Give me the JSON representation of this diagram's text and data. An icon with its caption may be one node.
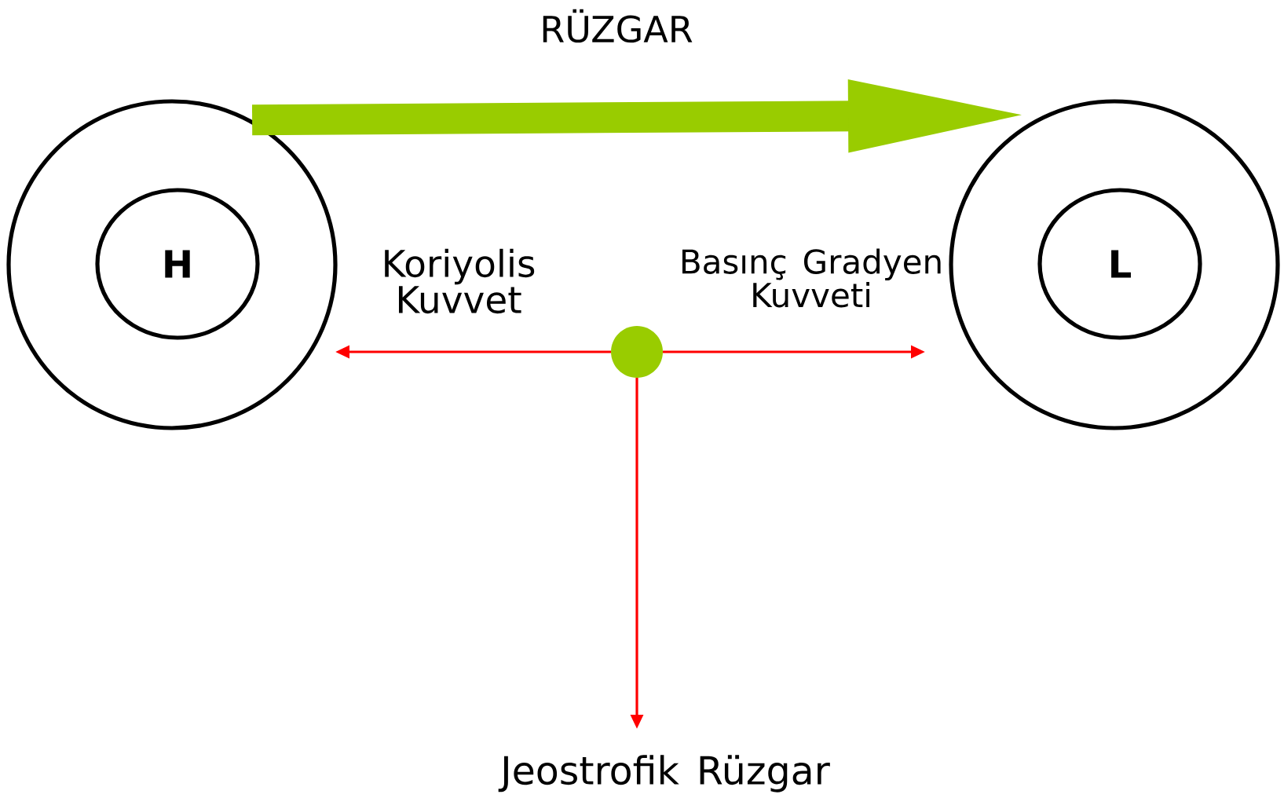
{
  "diagram": {
    "nodes": [
      {
        "text": [],
        "shape": "circle"
      },
      {
        "text": [
          "H"
        ],
        "in": 0
      },
      {
        "text": [],
        "shape": "circle"
      },
      {
        "text": [
          "L"
        ],
        "in": 2
      },
      {
        "text": [],
        "shape": "circle"
      }
    ],
    "edges": [
      {
        "from": 0,
        "to": 2,
        "arrow": "to",
        "label": "RÜZGAR",
        "style": "thick",
        "color": "#99cc00"
      },
      {
        "from": 4,
        "to": null,
        "arrow": "to",
        "label": "Koriyolis Kuvvet"
      },
      {
        "from": 4,
        "to": null,
        "arrow": "to",
        "label": "Basınç Gradyen Kuvveti"
      },
      {
        "from": 4,
        "to": null,
        "arrow": "to",
        "label": "Jeostrofik Rüzgar"
      }
    ]
  }
}
